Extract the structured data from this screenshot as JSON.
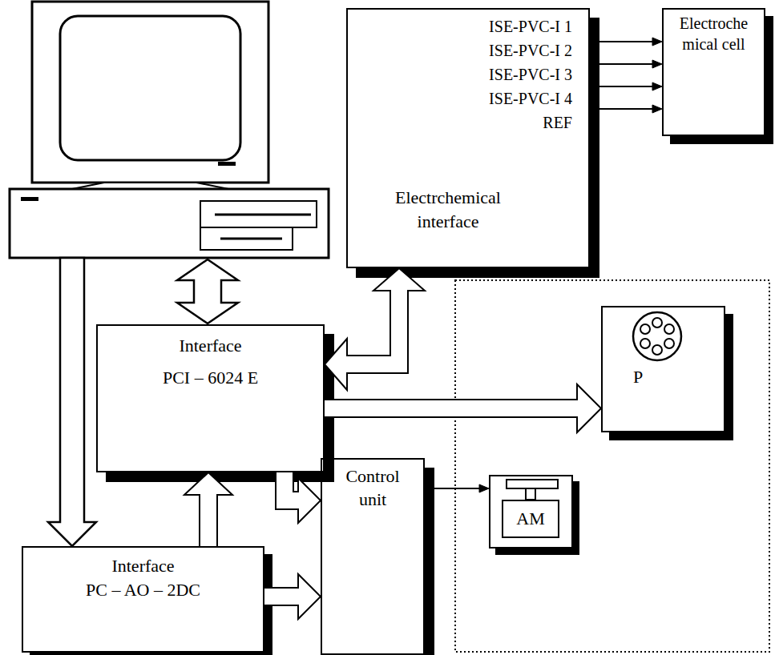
{
  "diagram": {
    "nodes": [
      {
        "text": [
          "ISE-PVC-I 1",
          "ISE-PVC-I 2",
          "ISE-PVC-I 3",
          "ISE-PVC-I 4",
          "REF",
          "Electrchemical interface"
        ]
      },
      {
        "text": [
          "Electroche mical cell"
        ]
      },
      {
        "text": [
          "Interface",
          "PCI – 6024 E"
        ]
      },
      {
        "text": [
          "P"
        ]
      },
      {
        "text": [
          "Control unit"
        ]
      },
      {
        "text": [
          "AM"
        ]
      },
      {
        "text": [
          "Interface",
          "PC – AO – 2DC"
        ]
      }
    ],
    "edges": [
      {
        "from": 0,
        "to": 1,
        "arrow": "to"
      },
      {
        "from": 0,
        "to": 1,
        "arrow": "to"
      },
      {
        "from": 0,
        "to": 1,
        "arrow": "to"
      },
      {
        "from": 0,
        "to": 1,
        "arrow": "to"
      },
      {
        "from": 0,
        "to": 2,
        "arrow": "both"
      },
      {
        "from": 2,
        "to": 3,
        "arrow": "to"
      },
      {
        "from": 2,
        "to": 4,
        "arrow": "to"
      },
      {
        "from": 4,
        "to": 5,
        "arrow": "to"
      },
      {
        "from": 6,
        "to": 2,
        "arrow": "to"
      },
      {
        "from": 6,
        "to": 4,
        "arrow": "to"
      }
    ]
  }
}
